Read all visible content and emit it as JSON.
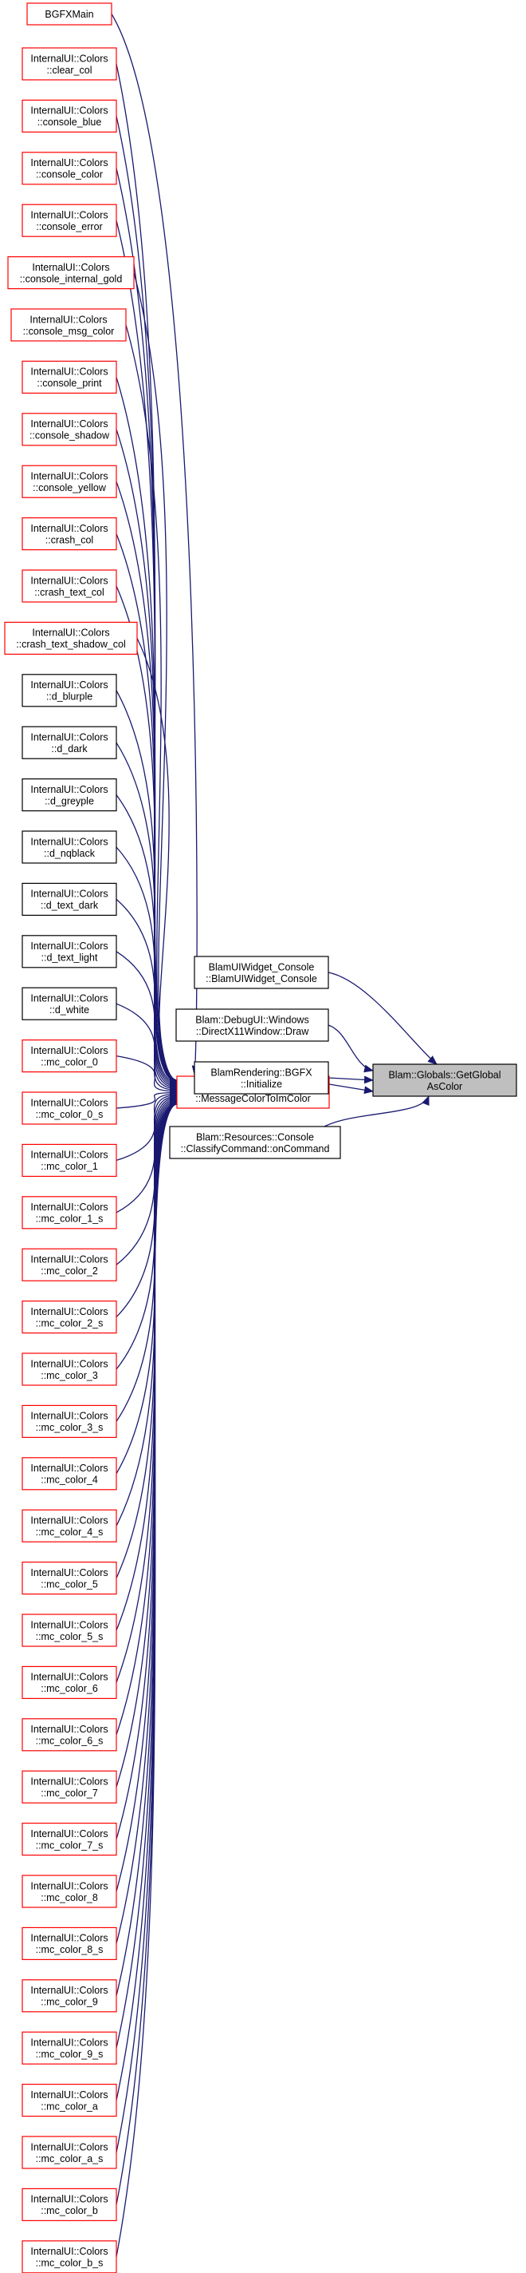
{
  "colors": {
    "edge": "#191970",
    "border_red": "#ff0000",
    "border_black": "#000000",
    "highlight_fill": "#bfbfbf"
  },
  "target": {
    "id": "target",
    "lines": [
      "Blam::Globals::GetGlobal",
      "AsColor"
    ],
    "highlight": true
  },
  "hub": {
    "id": "hub",
    "lines": [
      "InternalUI::Colors",
      "::MessageColorToImColor"
    ],
    "border": "red"
  },
  "callers": [
    {
      "id": "console_widget",
      "lines": [
        "BlamUIWidget_Console",
        "::BlamUIWidget_Console"
      ],
      "border": "black"
    },
    {
      "id": "directx_draw",
      "lines": [
        "Blam::DebugUI::Windows",
        "::DirectX11Window::Draw"
      ],
      "border": "black"
    },
    {
      "id": "bgfx_init",
      "lines": [
        "BlamRendering::BGFX",
        "::Initialize"
      ],
      "border": "black"
    },
    {
      "id": "classify_cmd",
      "lines": [
        "Blam::Resources::Console",
        "::ClassifyCommand::onCommand"
      ],
      "border": "black"
    }
  ],
  "bgfx_caller": {
    "id": "bgfxmain",
    "lines": [
      "BGFXMain"
    ],
    "border": "red"
  },
  "left_nodes": [
    {
      "lines": [
        "InternalUI::Colors",
        "::clear_col"
      ],
      "border": "red"
    },
    {
      "lines": [
        "InternalUI::Colors",
        "::console_blue"
      ],
      "border": "red"
    },
    {
      "lines": [
        "InternalUI::Colors",
        "::console_color"
      ],
      "border": "red"
    },
    {
      "lines": [
        "InternalUI::Colors",
        "::console_error"
      ],
      "border": "red"
    },
    {
      "lines": [
        "InternalUI::Colors",
        "::console_internal_gold"
      ],
      "border": "red"
    },
    {
      "lines": [
        "InternalUI::Colors",
        "::console_msg_color"
      ],
      "border": "red"
    },
    {
      "lines": [
        "InternalUI::Colors",
        "::console_print"
      ],
      "border": "red"
    },
    {
      "lines": [
        "InternalUI::Colors",
        "::console_shadow"
      ],
      "border": "red"
    },
    {
      "lines": [
        "InternalUI::Colors",
        "::console_yellow"
      ],
      "border": "red"
    },
    {
      "lines": [
        "InternalUI::Colors",
        "::crash_col"
      ],
      "border": "red"
    },
    {
      "lines": [
        "InternalUI::Colors",
        "::crash_text_col"
      ],
      "border": "red"
    },
    {
      "lines": [
        "InternalUI::Colors",
        "::crash_text_shadow_col"
      ],
      "border": "red"
    },
    {
      "lines": [
        "InternalUI::Colors",
        "::d_blurple"
      ],
      "border": "black"
    },
    {
      "lines": [
        "InternalUI::Colors",
        "::d_dark"
      ],
      "border": "black"
    },
    {
      "lines": [
        "InternalUI::Colors",
        "::d_greyple"
      ],
      "border": "black"
    },
    {
      "lines": [
        "InternalUI::Colors",
        "::d_nqblack"
      ],
      "border": "black"
    },
    {
      "lines": [
        "InternalUI::Colors",
        "::d_text_dark"
      ],
      "border": "black"
    },
    {
      "lines": [
        "InternalUI::Colors",
        "::d_text_light"
      ],
      "border": "black"
    },
    {
      "lines": [
        "InternalUI::Colors",
        "::d_white"
      ],
      "border": "black"
    },
    {
      "lines": [
        "InternalUI::Colors",
        "::mc_color_0"
      ],
      "border": "red"
    },
    {
      "lines": [
        "InternalUI::Colors",
        "::mc_color_0_s"
      ],
      "border": "red"
    },
    {
      "lines": [
        "InternalUI::Colors",
        "::mc_color_1"
      ],
      "border": "red"
    },
    {
      "lines": [
        "InternalUI::Colors",
        "::mc_color_1_s"
      ],
      "border": "red"
    },
    {
      "lines": [
        "InternalUI::Colors",
        "::mc_color_2"
      ],
      "border": "red"
    },
    {
      "lines": [
        "InternalUI::Colors",
        "::mc_color_2_s"
      ],
      "border": "red"
    },
    {
      "lines": [
        "InternalUI::Colors",
        "::mc_color_3"
      ],
      "border": "red"
    },
    {
      "lines": [
        "InternalUI::Colors",
        "::mc_color_3_s"
      ],
      "border": "red"
    },
    {
      "lines": [
        "InternalUI::Colors",
        "::mc_color_4"
      ],
      "border": "red"
    },
    {
      "lines": [
        "InternalUI::Colors",
        "::mc_color_4_s"
      ],
      "border": "red"
    },
    {
      "lines": [
        "InternalUI::Colors",
        "::mc_color_5"
      ],
      "border": "red"
    },
    {
      "lines": [
        "InternalUI::Colors",
        "::mc_color_5_s"
      ],
      "border": "red"
    },
    {
      "lines": [
        "InternalUI::Colors",
        "::mc_color_6"
      ],
      "border": "red"
    },
    {
      "lines": [
        "InternalUI::Colors",
        "::mc_color_6_s"
      ],
      "border": "red"
    },
    {
      "lines": [
        "InternalUI::Colors",
        "::mc_color_7"
      ],
      "border": "red"
    },
    {
      "lines": [
        "InternalUI::Colors",
        "::mc_color_7_s"
      ],
      "border": "red"
    },
    {
      "lines": [
        "InternalUI::Colors",
        "::mc_color_8"
      ],
      "border": "red"
    },
    {
      "lines": [
        "InternalUI::Colors",
        "::mc_color_8_s"
      ],
      "border": "red"
    },
    {
      "lines": [
        "InternalUI::Colors",
        "::mc_color_9"
      ],
      "border": "red"
    },
    {
      "lines": [
        "InternalUI::Colors",
        "::mc_color_9_s"
      ],
      "border": "red"
    },
    {
      "lines": [
        "InternalUI::Colors",
        "::mc_color_a"
      ],
      "border": "red"
    },
    {
      "lines": [
        "InternalUI::Colors",
        "::mc_color_a_s"
      ],
      "border": "red"
    },
    {
      "lines": [
        "InternalUI::Colors",
        "::mc_color_b"
      ],
      "border": "red"
    },
    {
      "lines": [
        "InternalUI::Colors",
        "::mc_color_b_s"
      ],
      "border": "red"
    }
  ]
}
